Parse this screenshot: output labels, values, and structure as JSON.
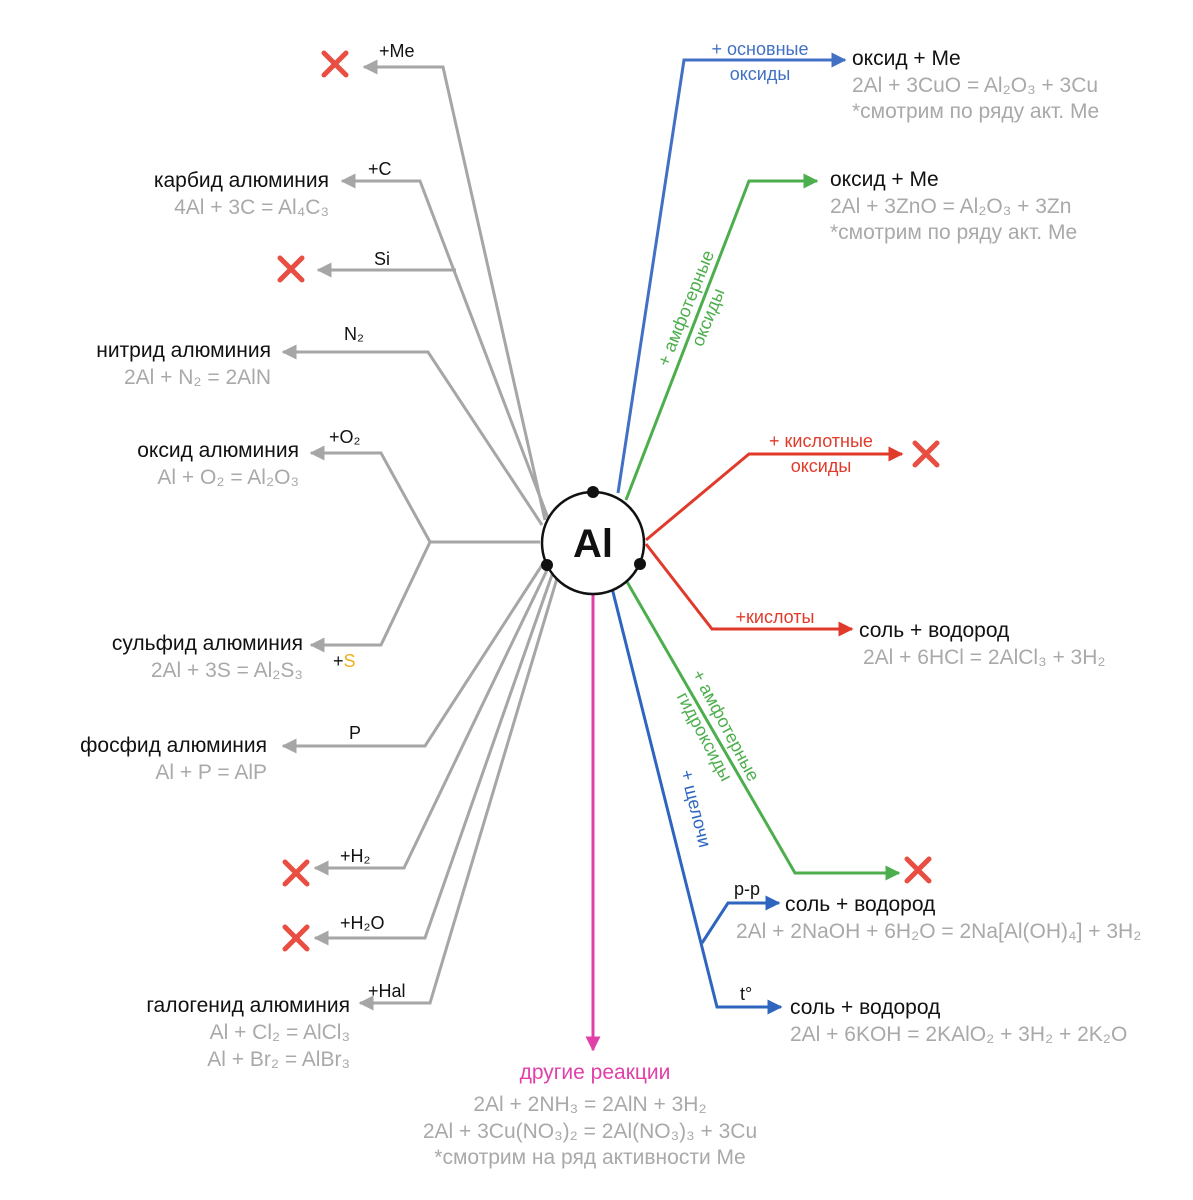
{
  "colors": {
    "gray": "#a6a6a6",
    "blue": "#4170c4",
    "green": "#4cae4c",
    "red": "#e03a2a",
    "pink": "#e040a8",
    "orange": "#f0b020",
    "cross": "#e84f42"
  },
  "center": {
    "symbol": "Al"
  },
  "left": {
    "me": {
      "label": "+Me",
      "result_icon": "cross-icon"
    },
    "c": {
      "label": "+C",
      "product": "карбид алюминия",
      "equation": "4Al + 3C = Al₄C₃"
    },
    "si": {
      "label": "Si",
      "result_icon": "cross-icon"
    },
    "n2": {
      "label": "N₂",
      "product": "нитрид алюминия",
      "equation": "2Al + N₂ = 2AlN"
    },
    "o2": {
      "label": "+O₂",
      "product": "оксид алюминия",
      "equation": "Al + O₂ = Al₂O₃"
    },
    "s": {
      "label_plus": "+",
      "label_elem": "S",
      "product": "сульфид алюминия",
      "equation": "2Al + 3S = Al₂S₃"
    },
    "p": {
      "label": "P",
      "product": "фосфид алюминия",
      "equation": "Al + P = AlP"
    },
    "h2": {
      "label": "+H₂",
      "result_icon": "cross-icon"
    },
    "h2o": {
      "label": "+H₂O",
      "result_icon": "cross-icon"
    },
    "hal": {
      "label": "+Hal",
      "product": "галогенид алюминия",
      "equation1": "Al + Cl₂ = AlCl₃",
      "equation2": "Al + Br₂ = AlBr₃"
    }
  },
  "right": {
    "basic_oxides": {
      "label_line1": "+ основные",
      "label_line2": "оксиды",
      "product": "оксид + Me",
      "equation": "2Al + 3CuO = Al₂O₃ + 3Cu",
      "note": "*смотрим по ряду акт. Me"
    },
    "amph_oxides": {
      "label_line1": "+ амфотерные",
      "label_line2": "оксиды",
      "product": "оксид + Me",
      "equation": "2Al + 3ZnO = Al₂O₃ + 3Zn",
      "note": "*смотрим по ряду акт. Me"
    },
    "acid_oxides": {
      "label_line1": "+ кислотные",
      "label_line2": "оксиды",
      "result_icon": "cross-icon"
    },
    "acids": {
      "label": "+кислоты",
      "product": "соль + водород",
      "equation": "2Al + 6HCl = 2AlCl₃ + 3H₂"
    },
    "amph_hydroxides": {
      "label_line1": "+ амфотерные",
      "label_line2": "гидроксиды",
      "result_icon": "cross-icon"
    },
    "alkalis": {
      "label": "+ щелочи",
      "solution": {
        "condition": "р-р",
        "product": "соль + водород",
        "equation": "2Al + 2NaOH + 6H₂O = 2Na[Al(OH)₄] + 3H₂"
      },
      "heat": {
        "condition": "t°",
        "product": "соль + водород",
        "equation": "2Al + 6KOH = 2KAlO₂ + 3H₂ + 2K₂O"
      }
    }
  },
  "other": {
    "title": "другие реакции",
    "equation1": "2Al + 2NH₃ = 2AlN + 3H₂",
    "equation2": "2Al + 3Cu(NO₃)₂ = 2Al(NO₃)₃ + 3Cu",
    "note": "*смотрим на ряд активности Me"
  }
}
